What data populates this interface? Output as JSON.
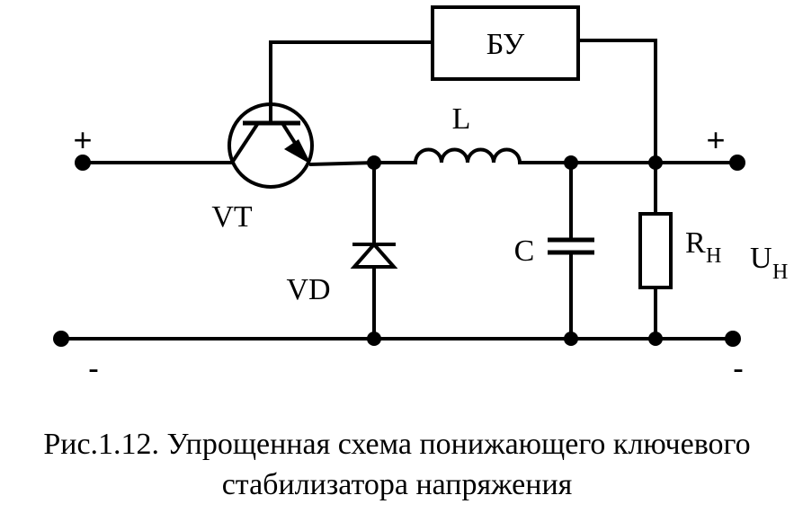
{
  "diagram": {
    "control_block_label": "БУ",
    "inductor_label": "L",
    "transistor_label": "VT",
    "diode_label": "VD",
    "capacitor_label": "C",
    "load_label_main": "R",
    "load_label_sub": "Н",
    "output_voltage_main": "U",
    "output_voltage_sub": "Н",
    "input_plus": "+",
    "input_minus": "-",
    "output_plus": "+",
    "output_minus": "-"
  },
  "caption": {
    "line1": "Рис.1.12. Упрощенная схема понижающего ключевого",
    "line2": "стабилизатора напряжения"
  }
}
